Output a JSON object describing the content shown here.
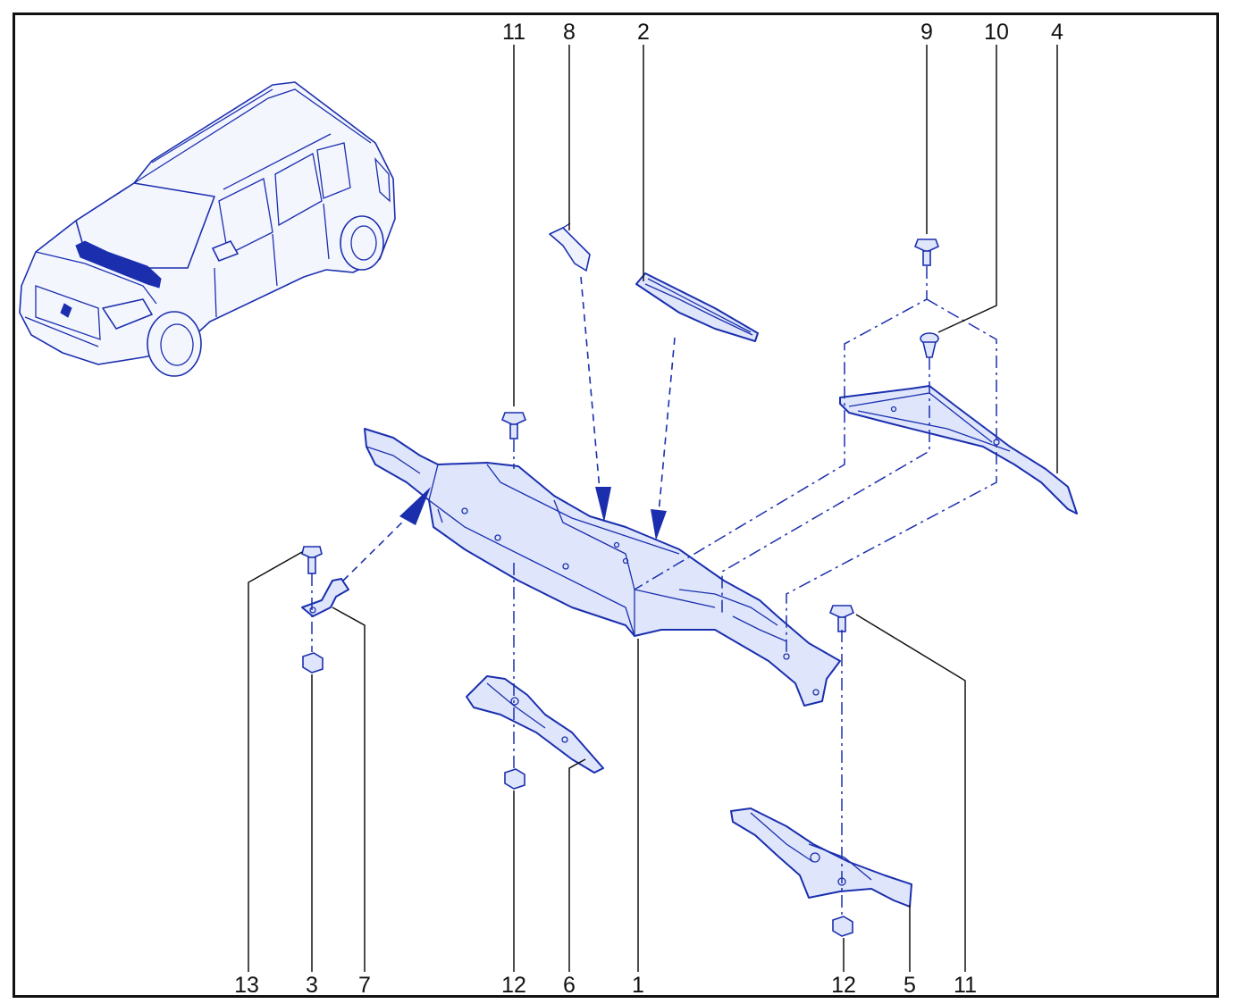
{
  "diagram": {
    "callouts": {
      "top": [
        "11",
        "8",
        "2",
        "9",
        "10",
        "4"
      ],
      "bottom": [
        "13",
        "3",
        "7",
        "12",
        "6",
        "1",
        "12",
        "5",
        "11"
      ]
    }
  },
  "colors": {
    "line": "#1b2fae",
    "fill": "#dfe6fb",
    "frame": "#111111",
    "label": "#111111"
  }
}
